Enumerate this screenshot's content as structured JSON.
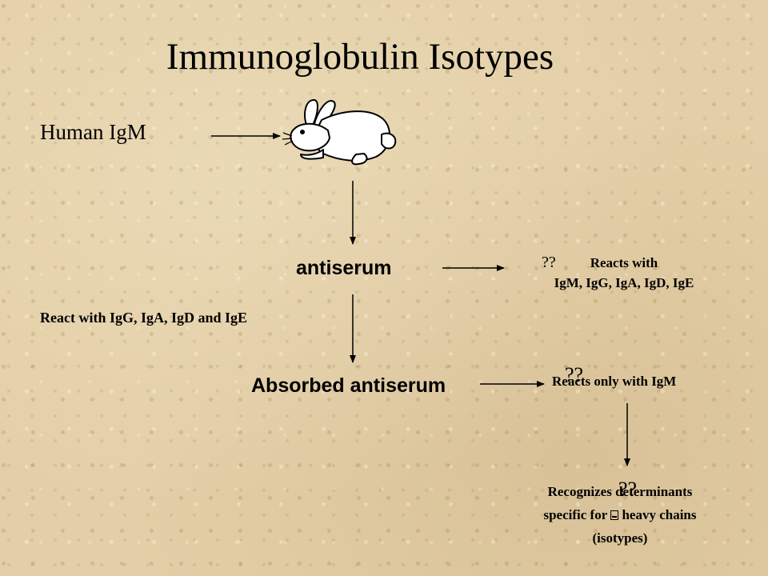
{
  "slide": {
    "title": "Immunoglobulin Isotypes",
    "human_label": "Human IgM",
    "antiserum_label": "antiserum",
    "react_label": "React with IgG, IgA, IgD and IgE",
    "reacts_with_line1": "Reacts with",
    "reacts_with_line2": "IgM, IgG, IgA, IgD, IgE",
    "absorbed_label": "Absorbed antiserum",
    "reacts_only": "Reacts only with IgM",
    "recognizes_line1": "Recognizes  determinants",
    "recognizes_line2_pre": "specific for ",
    "recognizes_line2_post": " heavy chains",
    "recognizes_line3": "(isotypes)",
    "question_mark": "??",
    "rabbit_icon": "rabbit-icon",
    "missing_glyph_icon": "missing-glyph-icon"
  }
}
